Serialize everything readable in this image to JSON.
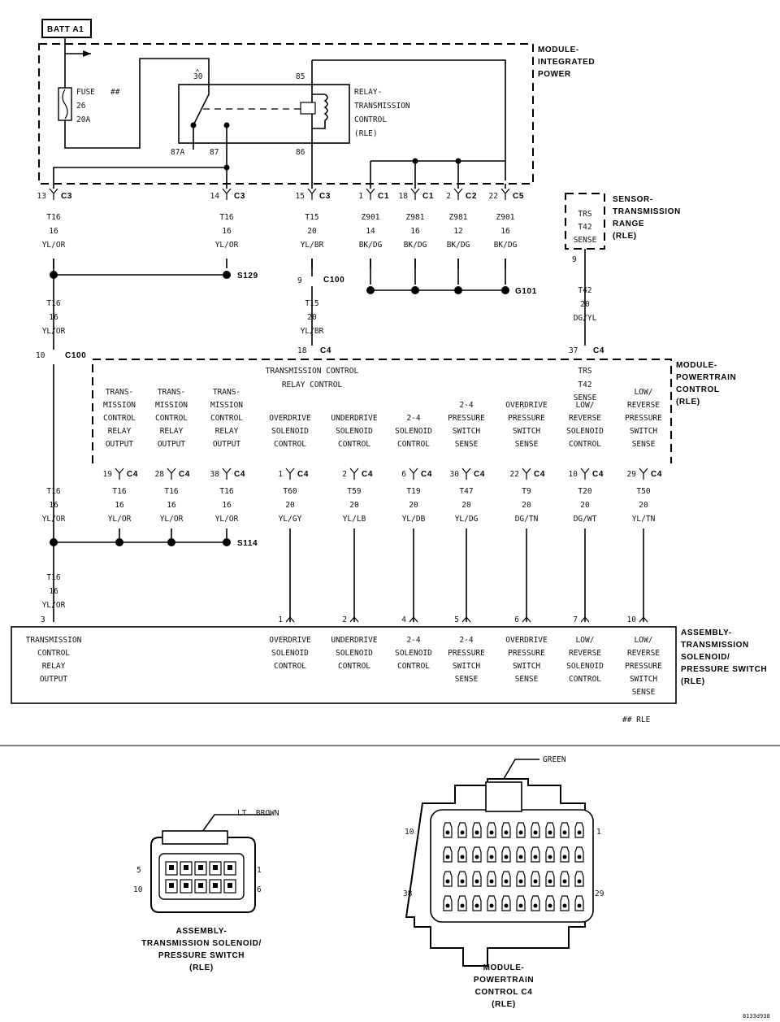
{
  "labels": {
    "batt": "BATT A1",
    "module_ipm": [
      "MODULE-",
      "INTEGRATED",
      "POWER"
    ],
    "fuse": [
      "FUSE",
      "26",
      "20A"
    ],
    "fuse_rle": "##",
    "relay": [
      "RELAY-",
      "TRANSMISSION",
      "CONTROL",
      "(RLE)"
    ],
    "relay_pins": {
      "p30": "30",
      "p85": "85",
      "p87a": "87A",
      "p87": "87",
      "p86": "86"
    },
    "sensor_trs": [
      "SENSOR-",
      "TRANSMISSION",
      "RANGE",
      "(RLE)"
    ],
    "trs_box": [
      "TRS",
      "T42",
      "SENSE"
    ],
    "pcm": [
      "MODULE-",
      "POWERTRAIN",
      "CONTROL",
      "(RLE)"
    ],
    "pcm_sub": [
      "TRANSMISSION CONTROL",
      "RELAY CONTROL"
    ],
    "pcm_trs": [
      "TRS",
      "T42",
      "SENSE"
    ],
    "assembly": [
      "ASSEMBLY-",
      "TRANSMISSION",
      "SOLENOID/",
      "PRESSURE SWITCH",
      "(RLE)"
    ],
    "rle_note": "## RLE",
    "g101": "G101",
    "s129": "S129",
    "s114": "S114",
    "c100": "C100"
  },
  "top_connectors": [
    {
      "pin": "13",
      "conn": "C3"
    },
    {
      "pin": "14",
      "conn": "C3"
    },
    {
      "pin": "15",
      "conn": "C3"
    },
    {
      "pin": "1",
      "conn": "C1"
    },
    {
      "pin": "18",
      "conn": "C1"
    },
    {
      "pin": "2",
      "conn": "C2"
    },
    {
      "pin": "22",
      "conn": "C5"
    }
  ],
  "top_wires": [
    [
      "T16",
      "16",
      "YL/OR"
    ],
    [
      "T16",
      "16",
      "YL/OR"
    ],
    [
      "T15",
      "20",
      "YL/BR"
    ],
    [
      "Z901",
      "14",
      "BK/DG"
    ],
    [
      "Z981",
      "16",
      "BK/DG"
    ],
    [
      "Z981",
      "12",
      "BK/DG"
    ],
    [
      "Z901",
      "16",
      "BK/DG"
    ]
  ],
  "mid_wires": {
    "left": [
      "T16",
      "16",
      "YL/OR"
    ],
    "t15": [
      "T15",
      "20",
      "YL/BR"
    ],
    "t42": [
      "T42",
      "20",
      "DG/YL"
    ],
    "c100_pin_9": "9",
    "c100_pin_10": "10",
    "c4_pin_18": "18",
    "c4_pin_37": "37",
    "trs_pin_9": "9"
  },
  "pcm_circuits": [
    {
      "name": [
        "TRANS-",
        "MISSION",
        "CONTROL",
        "RELAY",
        "OUTPUT"
      ],
      "pin": "19",
      "wire": [
        "T16",
        "16",
        "YL/OR"
      ]
    },
    {
      "name": [
        "TRANS-",
        "MISSION",
        "CONTROL",
        "RELAY",
        "OUTPUT"
      ],
      "pin": "28",
      "wire": [
        "T16",
        "16",
        "YL/OR"
      ]
    },
    {
      "name": [
        "TRANS-",
        "MISSION",
        "CONTROL",
        "RELAY",
        "OUTPUT"
      ],
      "pin": "38",
      "wire": [
        "T16",
        "16",
        "YL/OR"
      ]
    },
    {
      "name": [
        "OVERDRIVE",
        "SOLENOID",
        "CONTROL"
      ],
      "pin": "1",
      "wire": [
        "T60",
        "20",
        "YL/GY"
      ],
      "apin": "1",
      "aname": [
        "OVERDRIVE",
        "SOLENOID",
        "CONTROL"
      ]
    },
    {
      "name": [
        "UNDERDRIVE",
        "SOLENOID",
        "CONTROL"
      ],
      "pin": "2",
      "wire": [
        "T59",
        "20",
        "YL/LB"
      ],
      "apin": "2",
      "aname": [
        "UNDERDRIVE",
        "SOLENOID",
        "CONTROL"
      ]
    },
    {
      "name": [
        "2-4",
        "SOLENOID",
        "CONTROL"
      ],
      "pin": "6",
      "wire": [
        "T19",
        "20",
        "YL/DB"
      ],
      "apin": "4",
      "aname": [
        "2-4",
        "SOLENOID",
        "CONTROL"
      ]
    },
    {
      "name": [
        "2-4",
        "PRESSURE",
        "SWITCH",
        "SENSE"
      ],
      "pin": "30",
      "wire": [
        "T47",
        "20",
        "YL/DG"
      ],
      "apin": "5",
      "aname": [
        "2-4",
        "PRESSURE",
        "SWITCH",
        "SENSE"
      ]
    },
    {
      "name": [
        "OVERDRIVE",
        "PRESSURE",
        "SWITCH",
        "SENSE"
      ],
      "pin": "22",
      "wire": [
        "T9",
        "20",
        "DG/TN"
      ],
      "apin": "6",
      "aname": [
        "OVERDRIVE",
        "PRESSURE",
        "SWITCH",
        "SENSE"
      ]
    },
    {
      "name": [
        "LOW/",
        "REVERSE",
        "SOLENOID",
        "CONTROL"
      ],
      "pin": "10",
      "wire": [
        "T20",
        "20",
        "DG/WT"
      ],
      "apin": "7",
      "aname": [
        "LOW/",
        "REVERSE",
        "SOLENOID",
        "CONTROL"
      ]
    },
    {
      "name": [
        "LOW/",
        "REVERSE",
        "PRESSURE",
        "SWITCH",
        "SENSE"
      ],
      "pin": "29",
      "wire": [
        "T50",
        "20",
        "YL/TN"
      ],
      "apin": "10",
      "aname": [
        "LOW/",
        "REVERSE",
        "PRESSURE",
        "SWITCH",
        "SENSE"
      ]
    }
  ],
  "c4_label": "C4",
  "low_left": {
    "wire": [
      "T16",
      "16",
      "YL/OR"
    ],
    "apin": "3",
    "aname": [
      "TRANSMISSION",
      "CONTROL",
      "RELAY",
      "OUTPUT"
    ]
  },
  "connectors_bottom": {
    "left": {
      "color_label": "LT. BROWN",
      "pins": {
        "tl": "5",
        "bl": "10",
        "tr": "1",
        "br": "6"
      },
      "title": [
        "ASSEMBLY-",
        "TRANSMISSION SOLENOID/",
        "PRESSURE SWITCH",
        "(RLE)"
      ]
    },
    "right": {
      "color_label": "GREEN",
      "pins": {
        "tl": "10",
        "bl": "38",
        "tr": "1",
        "br": "29"
      },
      "title": [
        "MODULE-",
        "POWERTRAIN",
        "CONTROL C4",
        "(RLE)"
      ]
    }
  },
  "figure_id": "8133d938"
}
